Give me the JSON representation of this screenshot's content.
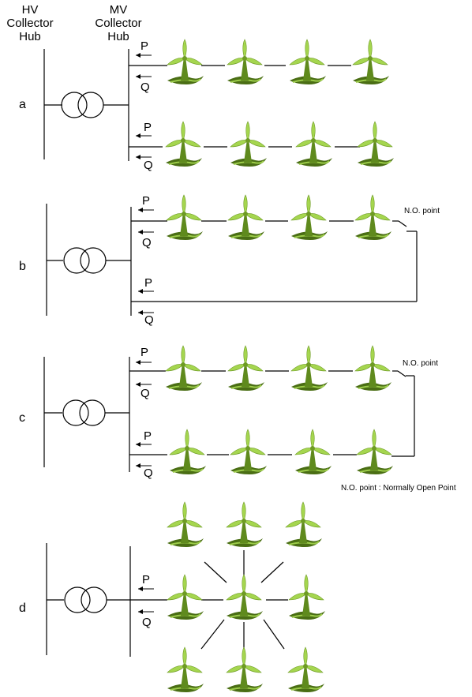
{
  "headers": {
    "hv": "HV\nCollector\nHub",
    "mv": "MV\nCollector\nHub"
  },
  "panels": {
    "a": "a",
    "b": "b",
    "c": "c",
    "d": "d"
  },
  "flow": {
    "p": "P",
    "q": "Q"
  },
  "no_point": "N.O. point",
  "legend_note": "N.O. point : Normally Open Point",
  "colors": {
    "line": "#000000",
    "turbine_light": "#8bc34a",
    "turbine_dark": "#4a6e14",
    "turbine_blade": "#a5d64f"
  },
  "icon": "wind-turbine-icon"
}
